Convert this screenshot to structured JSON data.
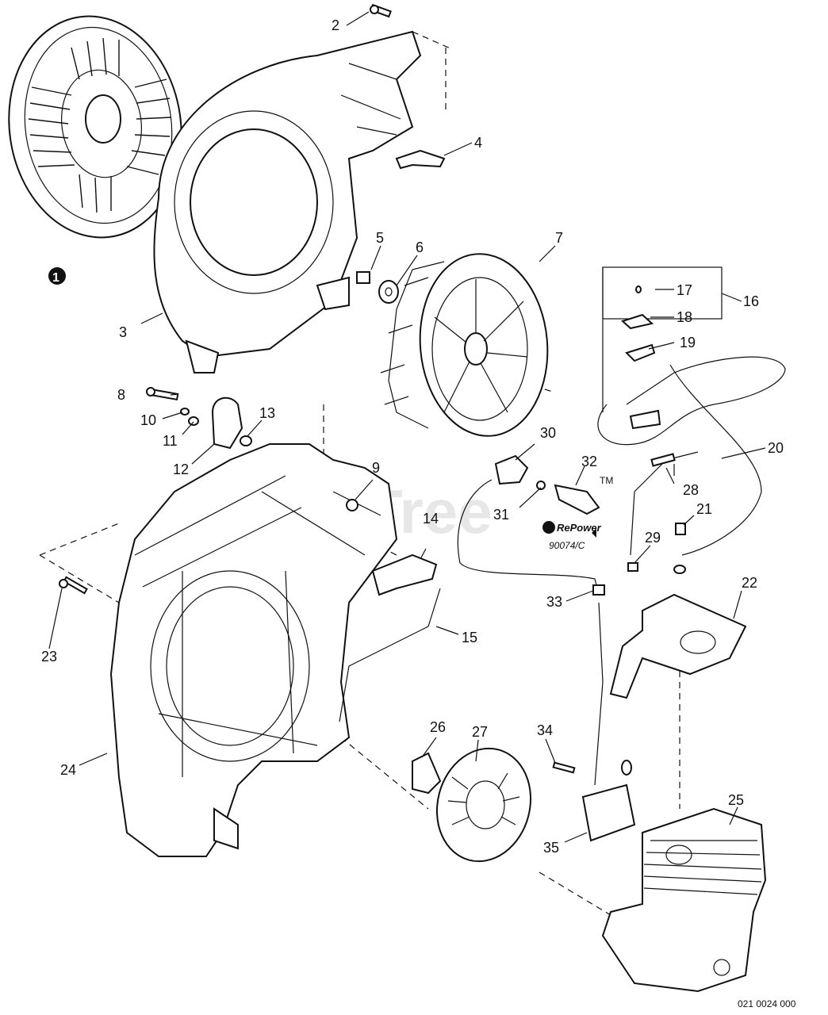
{
  "watermark": "PartsTree",
  "watermark_tm": "TM",
  "drawing_number": "021 0024 000",
  "brand_badge": "RePower",
  "brand_part_number": "90074/C",
  "callouts": [
    "1",
    "2",
    "3",
    "4",
    "5",
    "6",
    "7",
    "8",
    "9",
    "10",
    "11",
    "12",
    "13",
    "14",
    "15",
    "16",
    "17",
    "18",
    "19",
    "20",
    "21",
    "22",
    "23",
    "24",
    "25",
    "26",
    "27",
    "28",
    "29",
    "30",
    "31",
    "32",
    "33",
    "34",
    "35"
  ]
}
